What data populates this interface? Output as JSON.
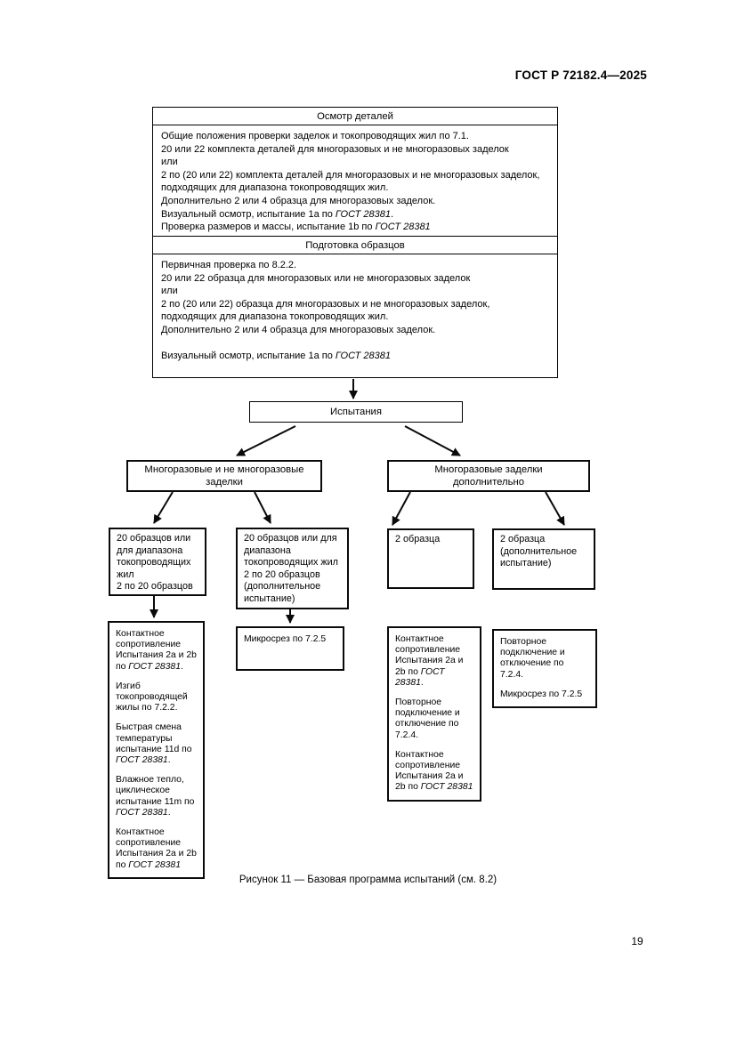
{
  "document": {
    "header": "ГОСТ Р 72182.4—2025",
    "caption": "Рисунок 11 — Базовая программа испытаний (см. 8.2)",
    "page_number": "19"
  },
  "colors": {
    "paper": "#ffffff",
    "ink": "#000000",
    "border": "#000000"
  },
  "flowchart": {
    "inspection": {
      "title": "Осмотр деталей",
      "lines": [
        "Общие положения проверки заделок и токопроводящих жил по 7.1.",
        "20 или 22 комплекта деталей для многоразовых и не многоразовых заделок",
        "или",
        "2 по (20 или 22) комплекта деталей для многоразовых и не многоразовых заделок,",
        "подходящих для диапазона токопроводящих жил.",
        "Дополнительно 2 или 4 образца для многоразовых заделок.",
        [
          {
            "t": "Визуальный осмотр, испытание 1a по "
          },
          {
            "t": "ГОСТ 28381",
            "i": true
          },
          {
            "t": "."
          }
        ],
        [
          {
            "t": "Проверка размеров и массы, испытание 1b по "
          },
          {
            "t": "ГОСТ 28381",
            "i": true
          }
        ]
      ]
    },
    "preparation": {
      "title": "Подготовка образцов",
      "lines": [
        "Первичная проверка по 8.2.2.",
        "20 или 22 образца для многоразовых или не многоразовых заделок",
        "или",
        "2 по (20 или 22) образца для многоразовых и не многоразовых заделок,",
        "подходящих для диапазона токопроводящих жил.",
        "Дополнительно 2 или 4 образца для многоразовых заделок.",
        "",
        [
          {
            "t": "Визуальный осмотр, испытание 1a по "
          },
          {
            "t": "ГОСТ 28381",
            "i": true
          }
        ]
      ]
    },
    "tests_label": "Испытания",
    "branch_left": {
      "lines": [
        "Многоразовые и не многоразовые",
        "заделки"
      ]
    },
    "branch_right": {
      "lines": [
        "Многоразовые заделки",
        "дополнительно"
      ]
    },
    "box1": {
      "lines": [
        "20 образцов или",
        "для диапазона",
        "токопроводящих",
        "жил",
        "2 по 20 образцов"
      ]
    },
    "box2": {
      "lines": [
        "20 образцов или для",
        "диапазона",
        "токопроводящих жил",
        "2 по 20 образцов",
        "(дополнительное",
        "испытание)"
      ]
    },
    "box3": {
      "lines": [
        "2 образца"
      ]
    },
    "box4": {
      "lines": [
        "2 образца",
        "(дополнительное",
        "испытание)"
      ]
    },
    "leaf1": {
      "paragraphs": [
        [
          {
            "t": "Контактное сопротивление Испытания 2a и 2b по "
          },
          {
            "t": "ГОСТ 28381",
            "i": true
          },
          {
            "t": "."
          }
        ],
        "Изгиб токопроводящей жилы по 7.2.2.",
        [
          {
            "t": "Быстрая смена температуры испытание 11d по "
          },
          {
            "t": "ГОСТ 28381",
            "i": true
          },
          {
            "t": "."
          }
        ],
        [
          {
            "t": "Влажное тепло, циклическое испытание 11m по "
          },
          {
            "t": "ГОСТ 28381",
            "i": true
          },
          {
            "t": "."
          }
        ],
        [
          {
            "t": "Контактное сопротивление Испытания 2a и 2b по "
          },
          {
            "t": "ГОСТ 28381",
            "i": true
          }
        ]
      ]
    },
    "leaf2": {
      "paragraphs": [
        "Микросрез по 7.2.5"
      ]
    },
    "leaf3": {
      "paragraphs": [
        [
          {
            "t": "Контактное сопротивление Испытания 2a и 2b по "
          },
          {
            "t": "ГОСТ 28381",
            "i": true
          },
          {
            "t": "."
          }
        ],
        "Повторное подключение и отключение по 7.2.4.",
        [
          {
            "t": "Контактное сопротивление Испытания 2a и 2b по "
          },
          {
            "t": "ГОСТ 28381",
            "i": true
          }
        ]
      ]
    },
    "leaf4": {
      "paragraphs": [
        "Повторное подключение и отключение по 7.2.4.",
        "Микросрез по 7.2.5"
      ]
    }
  }
}
